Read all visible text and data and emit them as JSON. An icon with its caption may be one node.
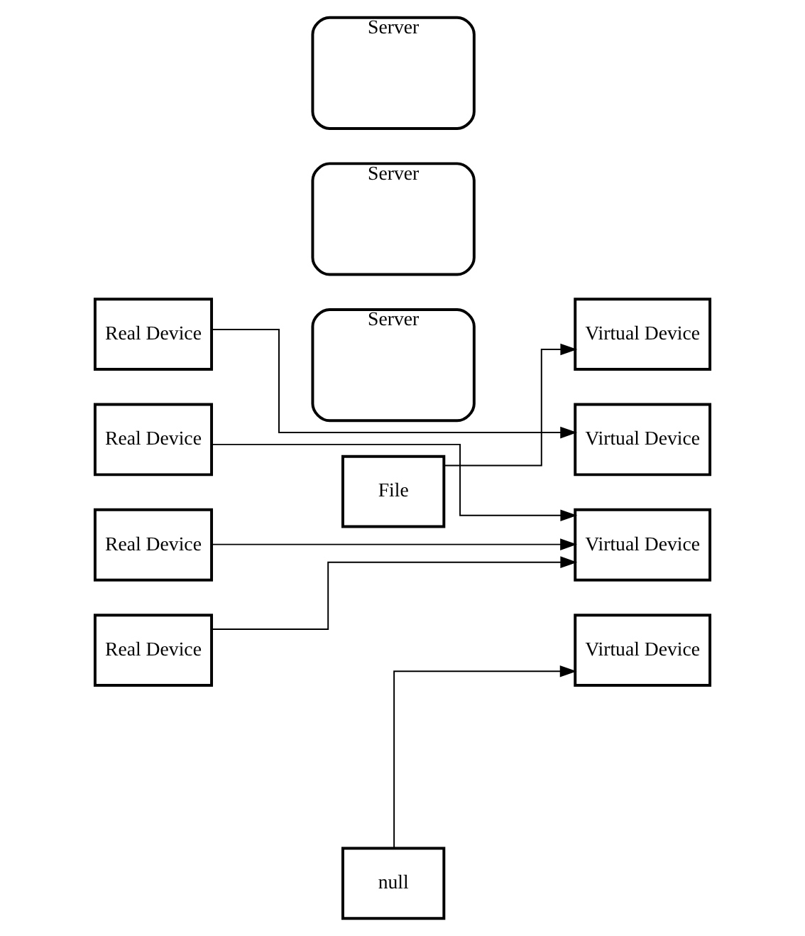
{
  "diagram": {
    "nodes": [
      {
        "text": [
          "File"
        ]
      },
      {
        "text": [
          "Real Device"
        ]
      },
      {
        "text": [
          "Server"
        ]
      },
      {
        "text": [
          "Virtual Device"
        ]
      },
      {
        "text": [
          "Virtual Device"
        ]
      },
      {
        "text": [
          "Real Device"
        ]
      },
      {
        "text": [
          "Server"
        ]
      },
      {
        "text": [
          "Real Device"
        ]
      },
      {
        "text": [
          "Virtual Device"
        ]
      },
      {
        "text": [
          "Server"
        ]
      },
      {
        "text": [
          "Real Device"
        ]
      },
      {
        "text": [
          "Virtual Device"
        ]
      },
      {
        "text": [
          "null"
        ]
      }
    ],
    "edges": [
      {
        "from": 0,
        "to": 3,
        "arrow": "to"
      },
      {
        "from": 1,
        "to": 4,
        "arrow": "to"
      },
      {
        "from": 5,
        "to": 8,
        "arrow": "to"
      },
      {
        "from": 7,
        "to": 8,
        "arrow": "to"
      },
      {
        "from": 10,
        "to": 8,
        "arrow": "to"
      },
      {
        "from": 12,
        "to": 11,
        "arrow": "to"
      }
    ]
  }
}
